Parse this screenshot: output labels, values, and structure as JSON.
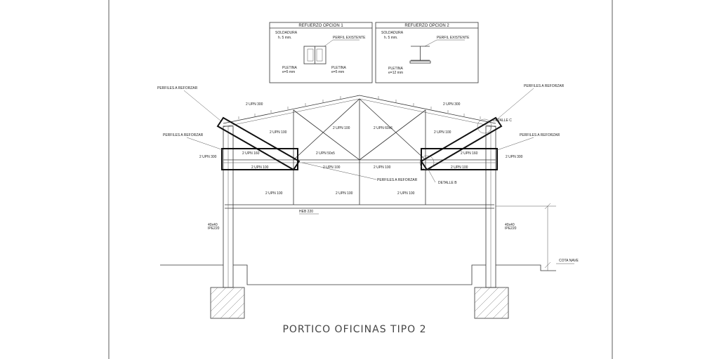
{
  "title": "PORTICO OFICINAS TIPO 2",
  "detail_boxes": {
    "option1": {
      "header": "REFUERZO OPCION 1",
      "weld": "SOLDADURA",
      "weld_size": "h. 5 mm.",
      "profile": "PERFIL EXISTENTE",
      "plate_left": "PLETINA",
      "plate_left_size": "e=5 mm",
      "plate_right": "PLETINA",
      "plate_right_size": "e=5 mm"
    },
    "option2": {
      "header": "REFUERZO OPCION 2",
      "weld": "SOLDADURA",
      "weld_size": "h. 5 mm.",
      "profile": "PERFIL EXISTENTE",
      "plate": "PLETINA",
      "plate_size": "e=12 mm"
    }
  },
  "labels": {
    "perfiles_refuerzo": "PERFILES A REFORZAR",
    "upn300": "2 UPN 300",
    "upn100": "2 UPN 100",
    "upn160": "2 UPN 160",
    "l50x5": "2 UPN 50x5",
    "l60x6": "2 UPN 60x6",
    "heb220": "HEB 220",
    "detalle_c": "DETALLE C",
    "detalle_b": "DETALLE B",
    "cota_nave": "COTA NAVE",
    "column_left": "40x40",
    "column_left_sub": "IPE220",
    "column_right": "40x40",
    "column_right_sub": "IPE220"
  }
}
